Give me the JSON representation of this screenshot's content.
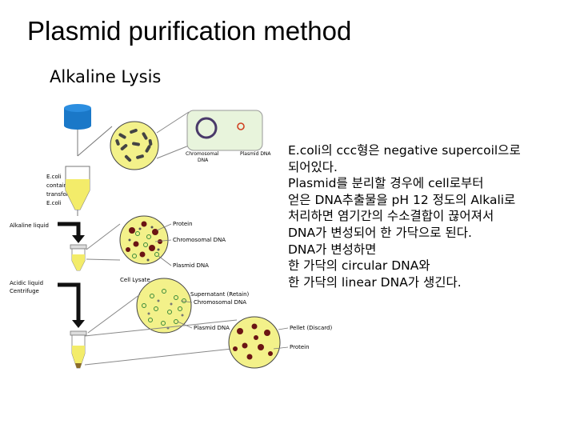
{
  "slide": {
    "title": "Plasmid purification method",
    "subtitle": "Alkaline Lysis"
  },
  "figure": {
    "labels": {
      "chromosomal_top": "Chromosomal",
      "chromosomal_top2": "DNA",
      "plasmid_top": "Plasmid DNA",
      "ecoli_1": "E.coli",
      "ecoli_2": "containing",
      "ecoli_3": "transformed",
      "ecoli_4": "E.coli",
      "alkaline": "Alkaline liquid",
      "acidic_1": "Acidic liquid",
      "acidic_2": "Centrifuge",
      "protein": "Protein",
      "chromosomal_mid": "Chromosomal DNA",
      "plasmid_mid": "Plasmid DNA",
      "cell_lysate": "Cell Lysate",
      "supernatant_1": "Supernatant (Retain)",
      "supernatant_2": "Chromosomal DNA",
      "plasmid_low": "Plasmid DNA",
      "pellet": "Pellet (Discard)",
      "protein_low": "Protein"
    }
  },
  "description": {
    "lines": [
      "E.coli의 ccc형은 negative supercoil으로",
      "되어있다.",
      "Plasmid를 분리할 경우에 cell로부터",
      "얻은 DNA추출물을 pH 12 정도의 Alkali로",
      "처리하면 염기간의 수소결합이 끊어져서",
      "DNA가 변성되어 한 가닥으로 된다.",
      "DNA가 변성하면",
      "한 가닥의 circular DNA와",
      "한 가닥의 linear DNA가 생긴다."
    ]
  },
  "colors": {
    "cell_fill": "#f3f18a",
    "flask_blue": "#1a78c8",
    "chromosome_dark": "#6b1414",
    "plasmid_green": "#3a8a3a",
    "plate_fill": "#e8f4dc",
    "plate_circle": "#4a3a6a",
    "plasmid_red": "#d04020",
    "tube_yellow": "#f3ec6a"
  }
}
